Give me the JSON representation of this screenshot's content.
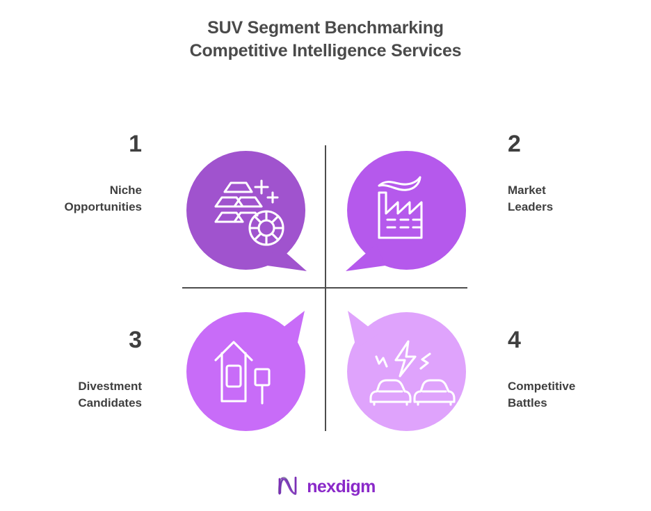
{
  "title": {
    "line1": "SUV Segment Benchmarking",
    "line2": "Competitive Intelligence Services"
  },
  "quadrants": [
    {
      "number": "1",
      "label_line1": "Niche",
      "label_line2": "Opportunities",
      "icon": "gold-bars-chip-icon",
      "bubble_color": "#A053CE",
      "tail": "bottom-right",
      "side": "left"
    },
    {
      "number": "2",
      "label_line1": "Market",
      "label_line2": "Leaders",
      "icon": "factory-icon",
      "bubble_color": "#B559EC",
      "tail": "bottom-left",
      "side": "right"
    },
    {
      "number": "3",
      "label_line1": "Divestment",
      "label_line2": "Candidates",
      "icon": "house-for-sale-icon",
      "bubble_color": "#C86CF8",
      "tail": "top-right",
      "side": "left"
    },
    {
      "number": "4",
      "label_line1": "Competitive",
      "label_line2": "Battles",
      "icon": "car-collision-icon",
      "bubble_color": "#DFA3FC",
      "tail": "top-left",
      "side": "right"
    }
  ],
  "footer": {
    "brand": "nexdigm",
    "brand_color": "#8A29C9",
    "mark": "nexdigm-n-mark-icon"
  },
  "theme": {
    "text_color": "#4A4A4A",
    "axis_color": "#4C4C4C",
    "background": "#FFFFFF",
    "icon_stroke": "#FFFFFF"
  }
}
